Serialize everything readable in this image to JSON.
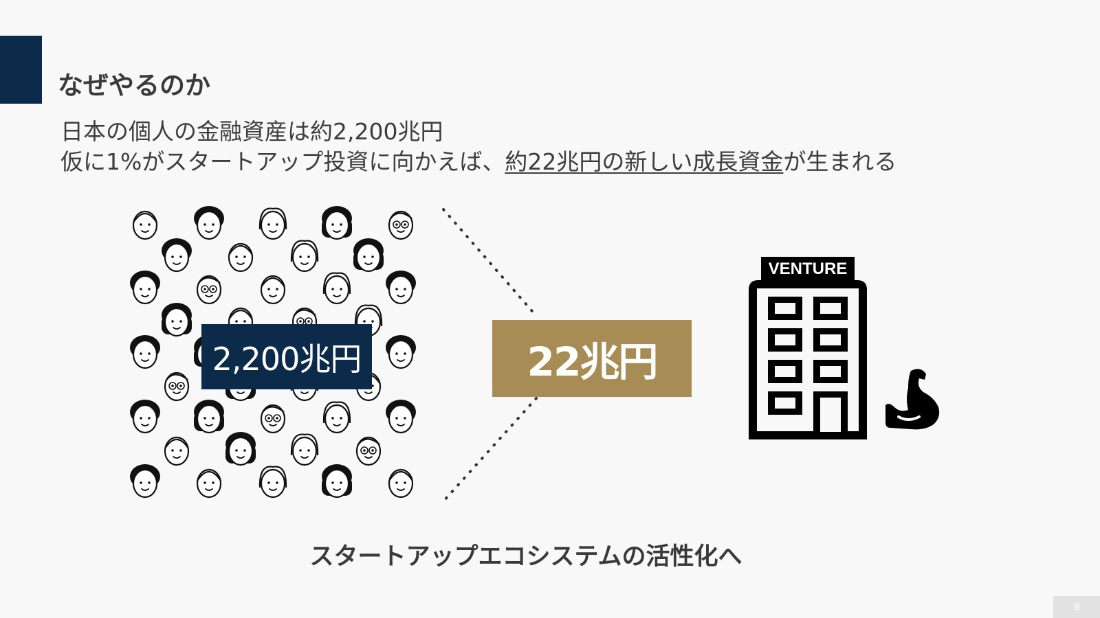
{
  "slide": {
    "title": "なぜやるのか",
    "body_line1": "日本の個人の金融資産は約2,200兆円",
    "body_line2_prefix": "仮に1%がスタートアップ投資に向かえば、",
    "body_line2_underlined": "約22兆円の新しい成長資金",
    "body_line2_suffix": "が生まれる",
    "left_badge": "2,200兆円",
    "center_badge": "22兆円",
    "building_sign": "VENTURE",
    "caption": "スタートアップエコシステムの活性化へ",
    "page_number": "8"
  },
  "icons": {
    "people": "people-crowd-icon",
    "building": "office-building-icon",
    "muscle": "flexed-bicep-icon"
  },
  "colors": {
    "navy": "#0c2a4a",
    "gold": "#a88c55",
    "background": "#f8f8f8"
  }
}
